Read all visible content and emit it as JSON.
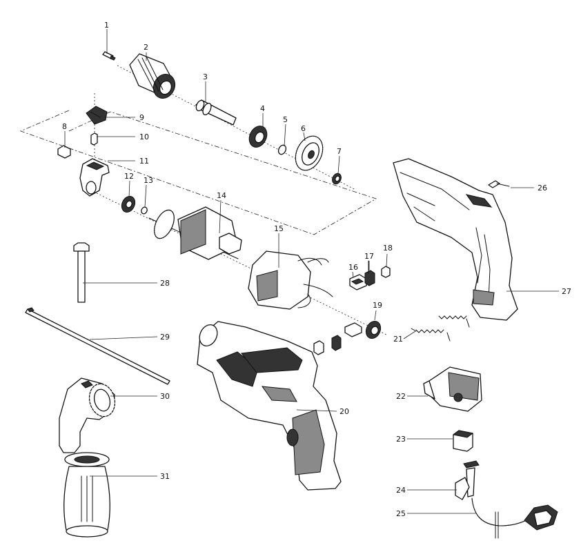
{
  "labels": {
    "p1": "1",
    "p2": "2",
    "p3": "3",
    "p4": "4",
    "p5": "5",
    "p6": "6",
    "p7": "7",
    "p8": "8",
    "p9": "9",
    "p10": "10",
    "p11": "11",
    "p12": "12",
    "p13": "13",
    "p14": "14",
    "p15": "15",
    "p16": "16",
    "p17": "17",
    "p18": "18",
    "p19": "19",
    "p20": "20",
    "p21": "21",
    "p22": "22",
    "p23": "23",
    "p24": "24",
    "p25": "25",
    "p26": "26",
    "p27": "27",
    "p28": "28",
    "p29": "29",
    "p30": "30",
    "p31": "31"
  },
  "colors": {
    "line": "#111111",
    "background": "#ffffff",
    "fill_dark": "#333333",
    "fill_mid": "#8a8a8a"
  }
}
